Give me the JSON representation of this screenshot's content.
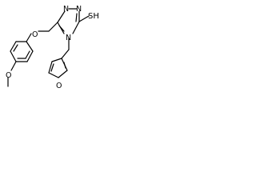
{
  "molecule": {
    "atoms": {
      "n_top": "N",
      "n_left": "N",
      "sh": "SH",
      "n4": "N",
      "o_ether": "O",
      "o_furan": "O",
      "o_methoxy": "O"
    }
  },
  "colors": {
    "stroke": "#000000",
    "background": "#ffffff"
  }
}
